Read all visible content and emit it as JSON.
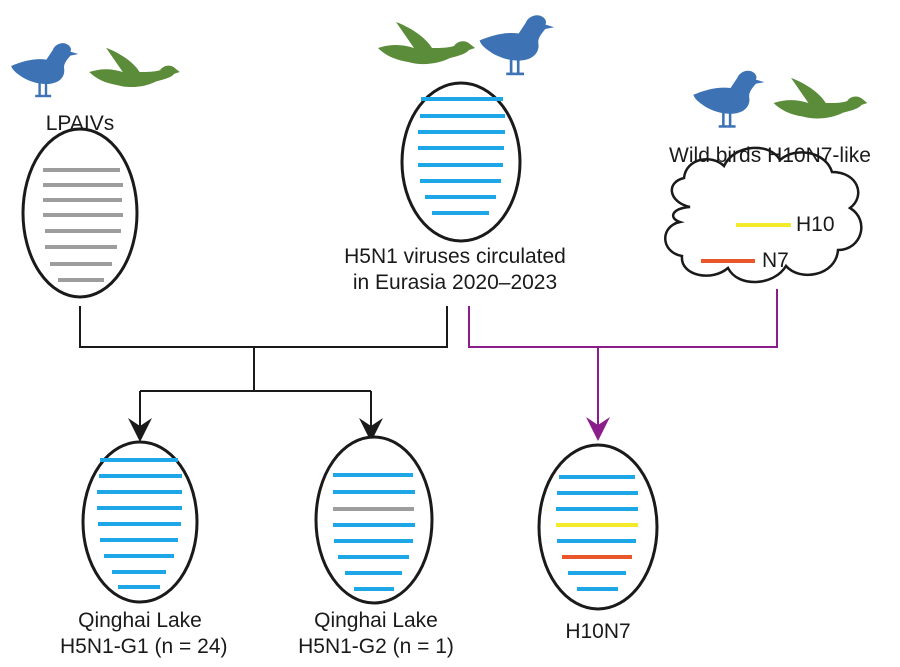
{
  "colors": {
    "blue_bird": "#3d73b4",
    "green_bird": "#5b8c3a",
    "segment_blue": "#1ea7e6",
    "segment_gray": "#9d9d9d",
    "segment_yellow": "#f4ea2c",
    "segment_red": "#e8562a",
    "connector_black": "#1a1a1a",
    "connector_purple": "#8a1f8c"
  },
  "sources": {
    "lpaiv": {
      "label": "LPAIVs",
      "birds": [
        "seagull-icon",
        "duck-icon"
      ]
    },
    "h5n1": {
      "label_line1": "H5N1 viruses circulated",
      "label_line2": "in Eurasia 2020–2023",
      "birds": [
        "duck-icon",
        "seagull-icon"
      ]
    },
    "wild": {
      "label": "Wild birds H10N7-like",
      "birds": [
        "seagull-icon",
        "duck-icon"
      ],
      "segments": [
        {
          "label": "H10",
          "color": "segment_yellow"
        },
        {
          "label": "N7",
          "color": "segment_red"
        }
      ]
    }
  },
  "outputs": {
    "g1": {
      "label_line1": "Qinghai Lake",
      "label_line2": "H5N1-G1 (n = 24)"
    },
    "g2": {
      "label_line1": "Qinghai Lake",
      "label_line2": "H5N1-G2 (n = 1)"
    },
    "h10n7": {
      "label": "H10N7"
    }
  }
}
